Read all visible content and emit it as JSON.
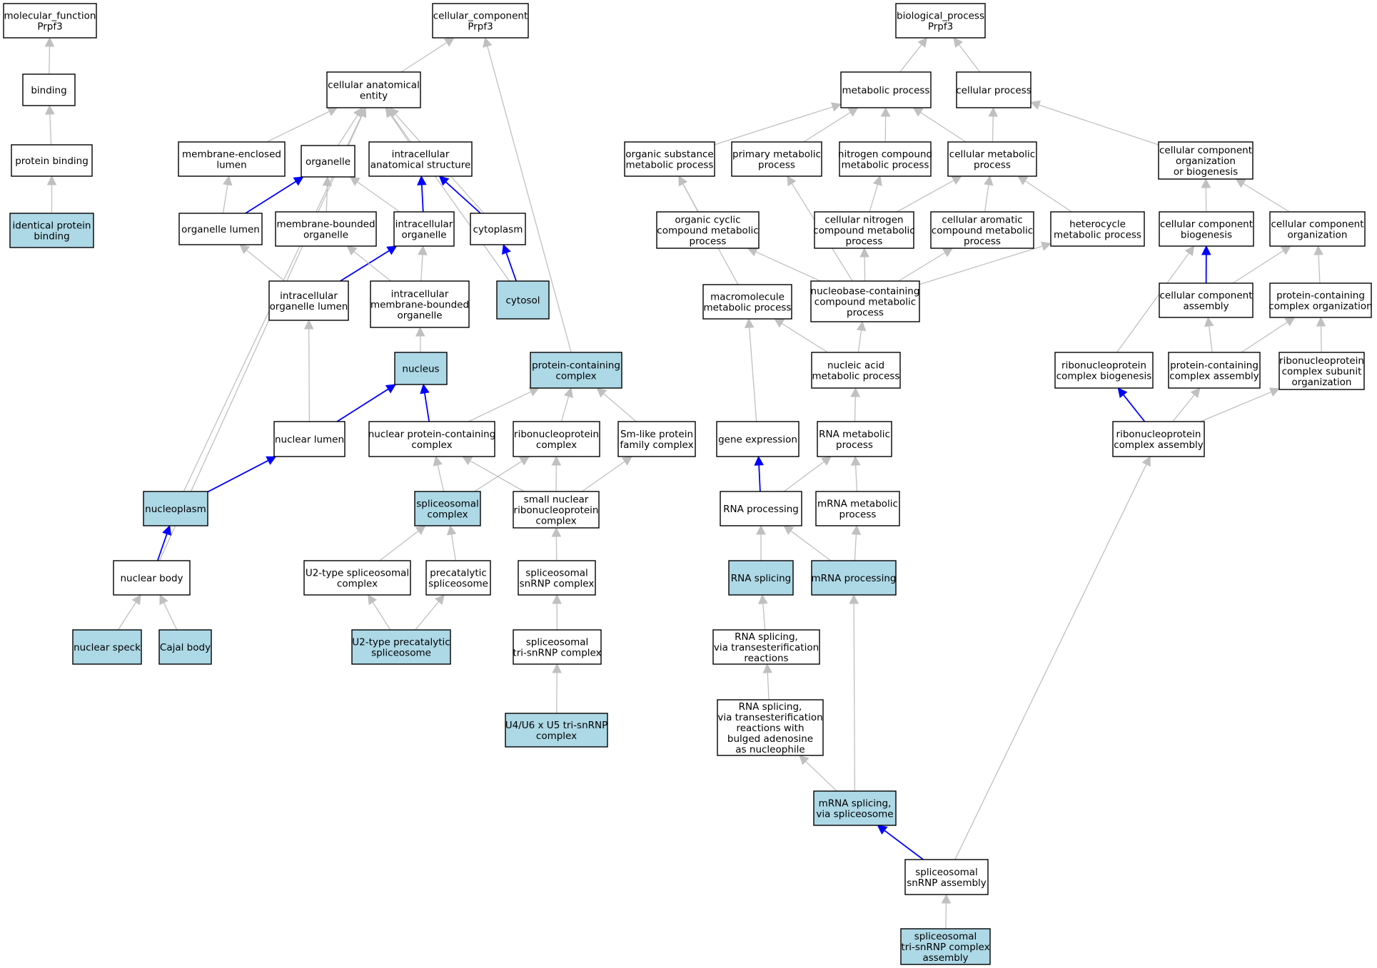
{
  "colors": {
    "highlight": "#add8e6",
    "plain": "#ffffff",
    "edge": "#c0c0c0",
    "edge_emphasis": "#0000ff",
    "border": "#000000"
  },
  "nodes": {
    "mf_root": {
      "label": "molecular_function\nPrpf3"
    },
    "binding": {
      "label": "binding"
    },
    "protein_binding": {
      "label": "protein binding"
    },
    "identical_protein_binding": {
      "label": "identical protein\nbinding",
      "highlight": true
    },
    "cc_root": {
      "label": "cellular_component\nPrpf3"
    },
    "cellular_anatomical_entity": {
      "label": "cellular anatomical\nentity"
    },
    "membrane_enclosed_lumen": {
      "label": "membrane-enclosed\nlumen"
    },
    "organelle": {
      "label": "organelle"
    },
    "intracellular_anatomical_structure": {
      "label": "intracellular\nanatomical structure"
    },
    "organelle_lumen": {
      "label": "organelle lumen"
    },
    "membrane_bounded_organelle": {
      "label": "membrane-bounded\norganelle"
    },
    "intracellular_organelle": {
      "label": "intracellular\norganelle"
    },
    "cytoplasm": {
      "label": "cytoplasm"
    },
    "intracellular_organelle_lumen": {
      "label": "intracellular\norganelle lumen"
    },
    "intracellular_membrane_bounded_organelle": {
      "label": "intracellular\nmembrane-bounded\norganelle"
    },
    "cytosol": {
      "label": "cytosol",
      "highlight": true
    },
    "nucleus": {
      "label": "nucleus",
      "highlight": true
    },
    "protein_containing_complex": {
      "label": "protein-containing\ncomplex",
      "highlight": true
    },
    "nuclear_lumen": {
      "label": "nuclear lumen"
    },
    "nuclear_protein_containing_complex": {
      "label": "nuclear protein-containing\ncomplex"
    },
    "ribonucleoprotein_complex": {
      "label": "ribonucleoprotein\ncomplex"
    },
    "sm_like_protein_family_complex": {
      "label": "Sm-like protein\nfamily complex"
    },
    "nucleoplasm": {
      "label": "nucleoplasm",
      "highlight": true
    },
    "spliceosomal_complex": {
      "label": "spliceosomal\ncomplex",
      "highlight": true
    },
    "small_nuclear_rnp_complex": {
      "label": "small nuclear\nribonucleoprotein\ncomplex"
    },
    "nuclear_body": {
      "label": "nuclear body"
    },
    "u2_type_spliceosomal_complex": {
      "label": "U2-type spliceosomal\ncomplex"
    },
    "precatalytic_spliceosome": {
      "label": "precatalytic\nspliceosome"
    },
    "spliceosomal_snrnp_complex": {
      "label": "spliceosomal\nsnRNP complex"
    },
    "nuclear_speck": {
      "label": "nuclear speck",
      "highlight": true
    },
    "cajal_body": {
      "label": "Cajal body",
      "highlight": true
    },
    "u2_type_precatalytic_spliceosome": {
      "label": "U2-type precatalytic\nspliceosome",
      "highlight": true
    },
    "spliceosomal_tri_snrnp_complex": {
      "label": "spliceosomal\ntri-snRNP complex"
    },
    "u4_u6_x_u5_tri_snrnp_complex": {
      "label": "U4/U6 x U5 tri-snRNP\ncomplex",
      "highlight": true
    },
    "bp_root": {
      "label": "biological_process\nPrpf3"
    },
    "metabolic_process": {
      "label": "metabolic process"
    },
    "cellular_process": {
      "label": "cellular process"
    },
    "organic_substance_metabolic_process": {
      "label": "organic substance\nmetabolic process"
    },
    "primary_metabolic_process": {
      "label": "primary metabolic\nprocess"
    },
    "nitrogen_compound_metabolic_process": {
      "label": "nitrogen compound\nmetabolic process"
    },
    "cellular_metabolic_process": {
      "label": "cellular metabolic\nprocess"
    },
    "cellular_component_organization_or_biogenesis": {
      "label": "cellular component\norganization\nor biogenesis"
    },
    "organic_cyclic_compound_metabolic_process": {
      "label": "organic cyclic\ncompound metabolic\nprocess"
    },
    "cellular_nitrogen_compound_metabolic_process": {
      "label": "cellular nitrogen\ncompound metabolic\nprocess"
    },
    "cellular_aromatic_compound_metabolic_process": {
      "label": "cellular aromatic\ncompound metabolic\nprocess"
    },
    "heterocycle_metabolic_process": {
      "label": "heterocycle\nmetabolic process"
    },
    "cellular_component_biogenesis": {
      "label": "cellular component\nbiogenesis"
    },
    "cellular_component_organization": {
      "label": "cellular component\norganization"
    },
    "macromolecule_metabolic_process": {
      "label": "macromolecule\nmetabolic process"
    },
    "nucleobase_containing_compound_metabolic_process": {
      "label": "nucleobase-containing\ncompound metabolic\nprocess"
    },
    "cellular_component_assembly": {
      "label": "cellular component\nassembly"
    },
    "protein_containing_complex_organization": {
      "label": "protein-containing\ncomplex organization"
    },
    "nucleic_acid_metabolic_process": {
      "label": "nucleic acid\nmetabolic process"
    },
    "ribonucleoprotein_complex_biogenesis": {
      "label": "ribonucleoprotein\ncomplex biogenesis"
    },
    "protein_containing_complex_assembly": {
      "label": "protein-containing\ncomplex assembly"
    },
    "ribonucleoprotein_complex_subunit_organization": {
      "label": "ribonucleoprotein\ncomplex subunit\norganization"
    },
    "gene_expression": {
      "label": "gene expression"
    },
    "rna_metabolic_process": {
      "label": "RNA metabolic\nprocess"
    },
    "ribonucleoprotein_complex_assembly": {
      "label": "ribonucleoprotein\ncomplex assembly"
    },
    "rna_processing": {
      "label": "RNA processing"
    },
    "mrna_metabolic_process": {
      "label": "mRNA metabolic\nprocess"
    },
    "rna_splicing": {
      "label": "RNA splicing",
      "highlight": true
    },
    "mrna_processing": {
      "label": "mRNA processing",
      "highlight": true
    },
    "rna_splicing_via_transesterification": {
      "label": "RNA splicing,\nvia transesterification\nreactions"
    },
    "rna_splicing_via_transesterification_bulged_adenosine": {
      "label": "RNA splicing,\nvia transesterification\nreactions with\nbulged adenosine\nas nucleophile"
    },
    "mrna_splicing_via_spliceosome": {
      "label": "mRNA splicing,\nvia spliceosome",
      "highlight": true
    },
    "spliceosomal_snrnp_assembly": {
      "label": "spliceosomal\nsnRNP assembly"
    },
    "spliceosomal_tri_snrnp_complex_assembly": {
      "label": "spliceosomal\ntri-snRNP complex\nassembly",
      "highlight": true
    }
  },
  "edges": [
    {
      "from": "binding",
      "to": "mf_root"
    },
    {
      "from": "protein_binding",
      "to": "binding"
    },
    {
      "from": "identical_protein_binding",
      "to": "protein_binding"
    },
    {
      "from": "cellular_anatomical_entity",
      "to": "cc_root"
    },
    {
      "from": "protein_containing_complex",
      "to": "cc_root"
    },
    {
      "from": "membrane_enclosed_lumen",
      "to": "cellular_anatomical_entity"
    },
    {
      "from": "organelle",
      "to": "cellular_anatomical_entity"
    },
    {
      "from": "intracellular_anatomical_structure",
      "to": "cellular_anatomical_entity"
    },
    {
      "from": "cytoplasm",
      "to": "cellular_anatomical_entity"
    },
    {
      "from": "cytosol",
      "to": "cellular_anatomical_entity"
    },
    {
      "from": "nucleoplasm",
      "to": "cellular_anatomical_entity"
    },
    {
      "from": "nuclear_body",
      "to": "cellular_anatomical_entity"
    },
    {
      "from": "organelle_lumen",
      "to": "membrane_enclosed_lumen"
    },
    {
      "from": "organelle_lumen",
      "to": "organelle",
      "emphasis": true
    },
    {
      "from": "membrane_bounded_organelle",
      "to": "organelle"
    },
    {
      "from": "intracellular_organelle",
      "to": "organelle"
    },
    {
      "from": "intracellular_organelle",
      "to": "intracellular_anatomical_structure",
      "emphasis": true
    },
    {
      "from": "cytoplasm",
      "to": "intracellular_anatomical_structure",
      "emphasis": true
    },
    {
      "from": "intracellular_organelle_lumen",
      "to": "organelle_lumen"
    },
    {
      "from": "intracellular_organelle_lumen",
      "to": "intracellular_organelle",
      "emphasis": true
    },
    {
      "from": "intracellular_membrane_bounded_organelle",
      "to": "membrane_bounded_organelle"
    },
    {
      "from": "intracellular_membrane_bounded_organelle",
      "to": "intracellular_organelle"
    },
    {
      "from": "cytosol",
      "to": "cytoplasm",
      "emphasis": true
    },
    {
      "from": "nucleus",
      "to": "intracellular_membrane_bounded_organelle"
    },
    {
      "from": "nuclear_lumen",
      "to": "intracellular_organelle_lumen"
    },
    {
      "from": "nuclear_lumen",
      "to": "nucleus",
      "emphasis": true
    },
    {
      "from": "nuclear_protein_containing_complex",
      "to": "nucleus",
      "emphasis": true
    },
    {
      "from": "nuclear_protein_containing_complex",
      "to": "protein_containing_complex"
    },
    {
      "from": "ribonucleoprotein_complex",
      "to": "protein_containing_complex"
    },
    {
      "from": "sm_like_protein_family_complex",
      "to": "protein_containing_complex"
    },
    {
      "from": "nucleoplasm",
      "to": "nuclear_lumen",
      "emphasis": true
    },
    {
      "from": "spliceosomal_complex",
      "to": "nuclear_protein_containing_complex"
    },
    {
      "from": "spliceosomal_complex",
      "to": "ribonucleoprotein_complex"
    },
    {
      "from": "small_nuclear_rnp_complex",
      "to": "nuclear_protein_containing_complex"
    },
    {
      "from": "small_nuclear_rnp_complex",
      "to": "ribonucleoprotein_complex"
    },
    {
      "from": "small_nuclear_rnp_complex",
      "to": "sm_like_protein_family_complex"
    },
    {
      "from": "nuclear_body",
      "to": "nucleoplasm",
      "emphasis": true
    },
    {
      "from": "u2_type_spliceosomal_complex",
      "to": "spliceosomal_complex"
    },
    {
      "from": "precatalytic_spliceosome",
      "to": "spliceosomal_complex"
    },
    {
      "from": "spliceosomal_snrnp_complex",
      "to": "small_nuclear_rnp_complex"
    },
    {
      "from": "nuclear_speck",
      "to": "nuclear_body"
    },
    {
      "from": "cajal_body",
      "to": "nuclear_body"
    },
    {
      "from": "u2_type_precatalytic_spliceosome",
      "to": "u2_type_spliceosomal_complex"
    },
    {
      "from": "u2_type_precatalytic_spliceosome",
      "to": "precatalytic_spliceosome"
    },
    {
      "from": "spliceosomal_tri_snrnp_complex",
      "to": "spliceosomal_snrnp_complex"
    },
    {
      "from": "u4_u6_x_u5_tri_snrnp_complex",
      "to": "spliceosomal_tri_snrnp_complex"
    },
    {
      "from": "metabolic_process",
      "to": "bp_root"
    },
    {
      "from": "cellular_process",
      "to": "bp_root"
    },
    {
      "from": "organic_substance_metabolic_process",
      "to": "metabolic_process"
    },
    {
      "from": "primary_metabolic_process",
      "to": "metabolic_process"
    },
    {
      "from": "nitrogen_compound_metabolic_process",
      "to": "metabolic_process"
    },
    {
      "from": "cellular_metabolic_process",
      "to": "metabolic_process"
    },
    {
      "from": "cellular_metabolic_process",
      "to": "cellular_process"
    },
    {
      "from": "cellular_component_organization_or_biogenesis",
      "to": "cellular_process"
    },
    {
      "from": "organic_cyclic_compound_metabolic_process",
      "to": "organic_substance_metabolic_process"
    },
    {
      "from": "macromolecule_metabolic_process",
      "to": "organic_substance_metabolic_process"
    },
    {
      "from": "nucleobase_containing_compound_metabolic_process",
      "to": "primary_metabolic_process"
    },
    {
      "from": "cellular_nitrogen_compound_metabolic_process",
      "to": "nitrogen_compound_metabolic_process"
    },
    {
      "from": "cellular_nitrogen_compound_metabolic_process",
      "to": "cellular_metabolic_process"
    },
    {
      "from": "cellular_aromatic_compound_metabolic_process",
      "to": "cellular_metabolic_process"
    },
    {
      "from": "heterocycle_metabolic_process",
      "to": "cellular_metabolic_process"
    },
    {
      "from": "cellular_component_biogenesis",
      "to": "cellular_component_organization_or_biogenesis"
    },
    {
      "from": "cellular_component_organization",
      "to": "cellular_component_organization_or_biogenesis"
    },
    {
      "from": "nucleobase_containing_compound_metabolic_process",
      "to": "organic_cyclic_compound_metabolic_process"
    },
    {
      "from": "nucleobase_containing_compound_metabolic_process",
      "to": "cellular_nitrogen_compound_metabolic_process"
    },
    {
      "from": "nucleobase_containing_compound_metabolic_process",
      "to": "cellular_aromatic_compound_metabolic_process"
    },
    {
      "from": "nucleobase_containing_compound_metabolic_process",
      "to": "heterocycle_metabolic_process"
    },
    {
      "from": "cellular_component_assembly",
      "to": "cellular_component_biogenesis",
      "emphasis": true
    },
    {
      "from": "cellular_component_assembly",
      "to": "cellular_component_organization"
    },
    {
      "from": "ribonucleoprotein_complex_biogenesis",
      "to": "cellular_component_biogenesis"
    },
    {
      "from": "protein_containing_complex_organization",
      "to": "cellular_component_organization"
    },
    {
      "from": "gene_expression",
      "to": "macromolecule_metabolic_process"
    },
    {
      "from": "nucleic_acid_metabolic_process",
      "to": "macromolecule_metabolic_process"
    },
    {
      "from": "nucleic_acid_metabolic_process",
      "to": "nucleobase_containing_compound_metabolic_process"
    },
    {
      "from": "protein_containing_complex_assembly",
      "to": "cellular_component_assembly"
    },
    {
      "from": "protein_containing_complex_assembly",
      "to": "protein_containing_complex_organization"
    },
    {
      "from": "ribonucleoprotein_complex_subunit_organization",
      "to": "protein_containing_complex_organization"
    },
    {
      "from": "rna_metabolic_process",
      "to": "nucleic_acid_metabolic_process"
    },
    {
      "from": "ribonucleoprotein_complex_assembly",
      "to": "ribonucleoprotein_complex_biogenesis",
      "emphasis": true
    },
    {
      "from": "ribonucleoprotein_complex_assembly",
      "to": "protein_containing_complex_assembly"
    },
    {
      "from": "ribonucleoprotein_complex_assembly",
      "to": "ribonucleoprotein_complex_subunit_organization"
    },
    {
      "from": "rna_processing",
      "to": "gene_expression",
      "emphasis": true
    },
    {
      "from": "rna_processing",
      "to": "rna_metabolic_process"
    },
    {
      "from": "mrna_metabolic_process",
      "to": "rna_metabolic_process"
    },
    {
      "from": "rna_splicing",
      "to": "rna_processing"
    },
    {
      "from": "mrna_processing",
      "to": "rna_processing"
    },
    {
      "from": "mrna_processing",
      "to": "mrna_metabolic_process"
    },
    {
      "from": "rna_splicing_via_transesterification",
      "to": "rna_splicing"
    },
    {
      "from": "rna_splicing_via_transesterification_bulged_adenosine",
      "to": "rna_splicing_via_transesterification"
    },
    {
      "from": "mrna_splicing_via_spliceosome",
      "to": "rna_splicing_via_transesterification_bulged_adenosine"
    },
    {
      "from": "mrna_splicing_via_spliceosome",
      "to": "mrna_processing"
    },
    {
      "from": "spliceosomal_snrnp_assembly",
      "to": "mrna_splicing_via_spliceosome",
      "emphasis": true
    },
    {
      "from": "spliceosomal_snrnp_assembly",
      "to": "ribonucleoprotein_complex_assembly"
    },
    {
      "from": "spliceosomal_tri_snrnp_complex_assembly",
      "to": "spliceosomal_snrnp_assembly"
    }
  ]
}
